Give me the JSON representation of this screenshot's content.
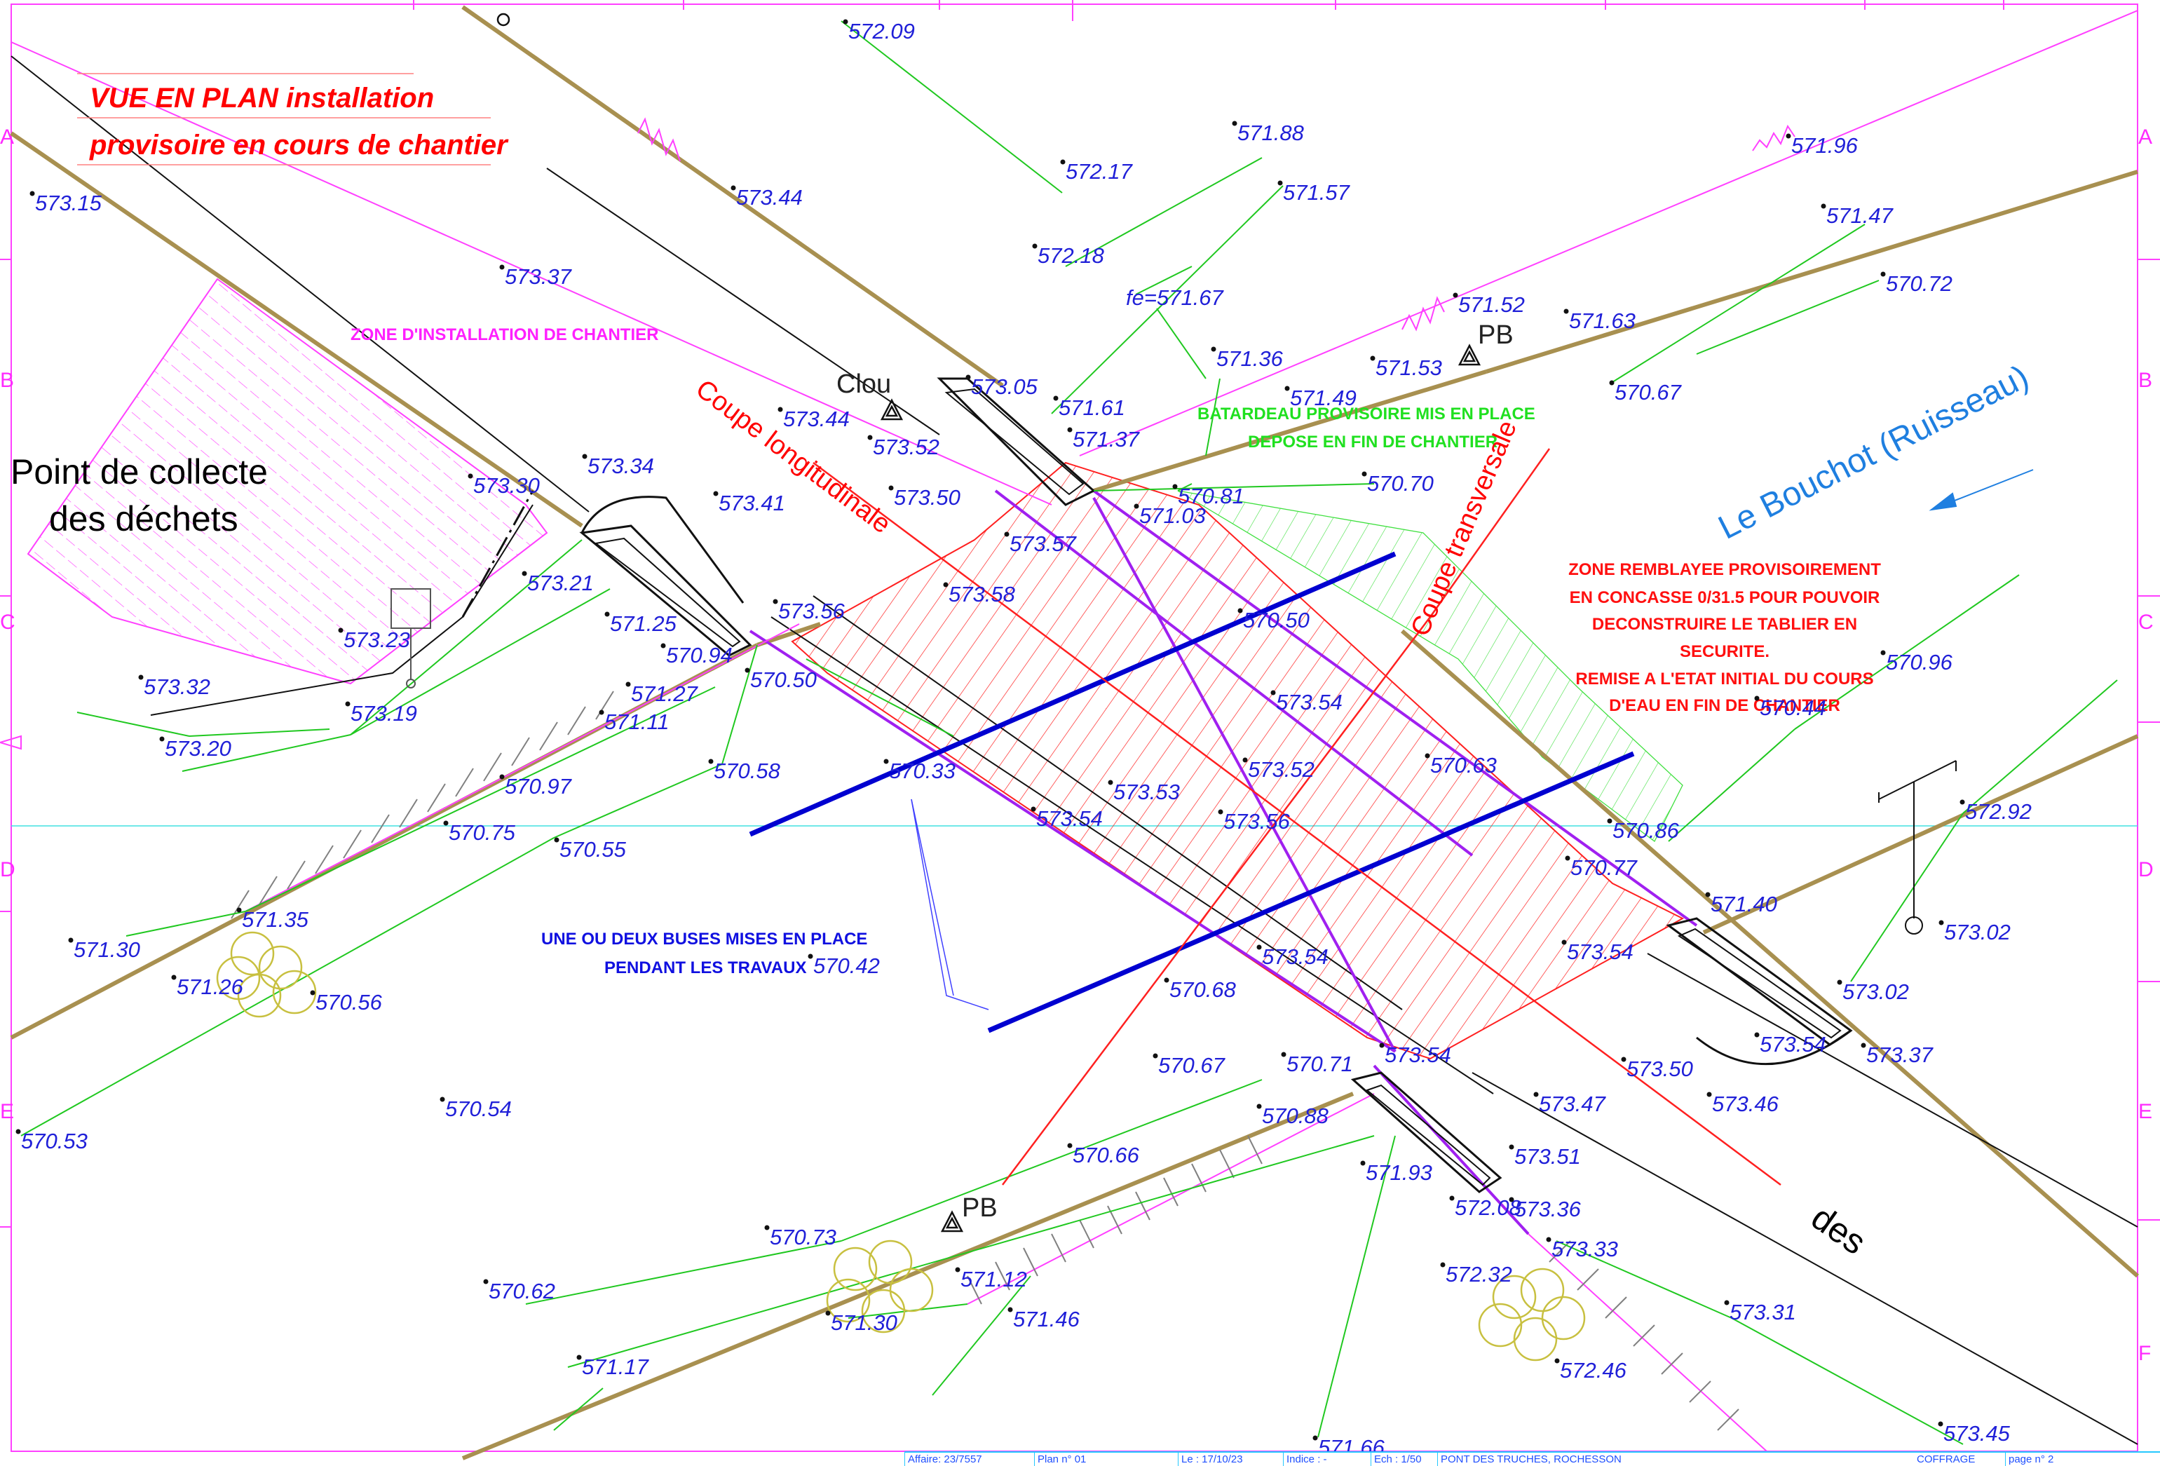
{
  "title": {
    "line1": "VUE EN PLAN installation",
    "line2": "provisoire en cours de chantier"
  },
  "zones": {
    "installation": "ZONE D'INSTALLATION DE CHANTIER",
    "batardeau_line1": "BATARDEAU PROVISOIRE MIS EN PLACE",
    "batardeau_line2": "DEPOSE EN FIN DE CHANTIER",
    "remblai_line1": "ZONE REMBLAYEE PROVISOIREMENT",
    "remblai_line2": "EN CONCASSE 0/31.5 POUR POUVOIR",
    "remblai_line3": "DECONSTRUIRE LE TABLIER EN",
    "remblai_line4": "SECURITE.",
    "remblai_line5": "REMISE A L'ETAT INITIAL DU COURS",
    "remblai_line6": "D'EAU EN FIN DE CHANTIER",
    "buses_line1": "UNE OU DEUX BUSES MISES EN PLACE",
    "buses_line2": "PENDANT LES TRAVAUX"
  },
  "labels": {
    "collecte_line1": "Point de collecte",
    "collecte_line2": "des déchets",
    "clou": "Clou",
    "pb": "PB",
    "coupe_longitudinale": "Coupe longitudinale",
    "coupe_transversale": "Coupe transversale",
    "river": "Le Bouchot (Ruisseau)",
    "road_fragment": "des",
    "fe": "fe=571.67"
  },
  "margin_letters": [
    "A",
    "B",
    "C",
    "D",
    "E",
    "F"
  ],
  "cartouche": {
    "affaire": "Affaire: 23/7557",
    "plan": "Plan n° 01",
    "date": "Le : 17/10/23",
    "indice": "Indice : -",
    "echelle": "Ech : 1/50",
    "projet": "PONT DES TRUCHES, ROCHESSON",
    "phase": "COFFRAGE",
    "page": "page n° 2"
  },
  "spot_heights": [
    "572.09",
    "571.88",
    "572.17",
    "571.57",
    "571.96",
    "571.47",
    "573.44",
    "573.15",
    "573.37",
    "572.18",
    "571.52",
    "570.72",
    "571.36",
    "571.53",
    "571.63",
    "570.67",
    "573.05",
    "571.61",
    "571.49",
    "573.44",
    "573.52",
    "571.37",
    "573.34",
    "573.30",
    "573.41",
    "573.50",
    "571.03",
    "570.81",
    "570.70",
    "573.57",
    "573.58",
    "573.21",
    "571.25",
    "573.56",
    "570.50",
    "570.94",
    "573.23",
    "571.27",
    "570.50",
    "573.32",
    "573.19",
    "571.11",
    "573.54",
    "570.44",
    "570.96",
    "573.20",
    "570.58",
    "570.33",
    "573.53",
    "573.52",
    "570.63",
    "570.97",
    "573.54",
    "573.56",
    "570.75",
    "570.55",
    "570.86",
    "572.92",
    "570.77",
    "571.40",
    "571.35",
    "573.02",
    "571.30",
    "570.42",
    "573.54",
    "573.54",
    "571.26",
    "570.56",
    "570.68",
    "573.02",
    "573.54",
    "573.37",
    "570.67",
    "570.71",
    "573.54",
    "573.50",
    "570.54",
    "570.53",
    "573.47",
    "573.46",
    "570.88",
    "570.66",
    "573.51",
    "571.93",
    "572.08",
    "573.36",
    "570.73",
    "573.33",
    "572.32",
    "571.12",
    "570.62",
    "571.30",
    "571.46",
    "573.31",
    "571.17",
    "572.46",
    "573.45",
    "571.66"
  ]
}
